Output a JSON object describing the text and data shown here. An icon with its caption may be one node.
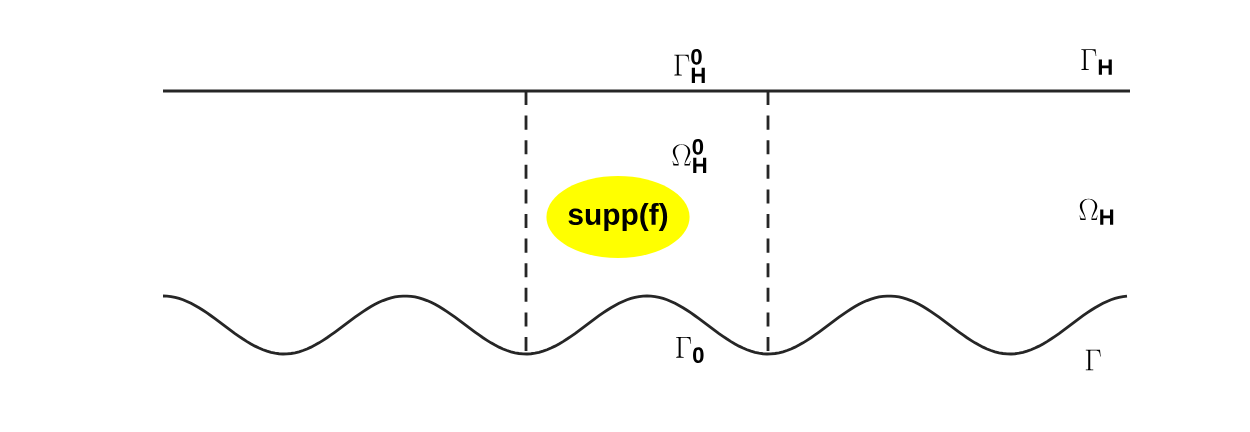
{
  "diagram": {
    "nodes": [
      {
        "text": [
          "supp(f)"
        ]
      }
    ],
    "labels": [
      "\\Gamma_{\\mathbf{H}}^{\\mathbf{0}}",
      "\\Gamma_{\\mathbf{H}}",
      "\\Omega_{\\mathbf{H}}^{\\mathbf{0}}",
      "\\Omega_{\\mathbf{H}}",
      "\\Gamma_{\\mathbf{0}}",
      "\\Gamma"
    ]
  }
}
